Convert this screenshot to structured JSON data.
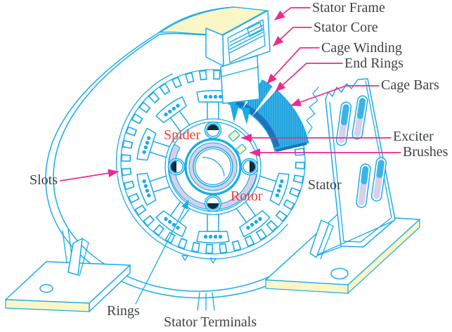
{
  "diagram": {
    "labels": {
      "stator_frame": "Stator Frame",
      "stator_core": "Stator Core",
      "cage_winding": "Cage Winding",
      "end_rings": "End Rings",
      "cage_bars": "Cage Bars",
      "exciter": "Exciter",
      "brushes": "Brushes",
      "stator": "Stator",
      "slots": "Slots",
      "spider": "Spider",
      "rotor": "Rotor",
      "rings": "Rings",
      "stator_terminals": "Stator Terminals"
    },
    "colors": {
      "line": "#18ACE8",
      "band": "#3CB4E8",
      "hatch": "#0D97D5",
      "navy": "#1B75BC",
      "lavender": "#D8D0EA",
      "yellow": "#FBF6C6",
      "magenta": "#EC2A90",
      "red": "#EF3B36",
      "gray": "#3F4345",
      "bolt_dark": "#0F2B3D"
    }
  }
}
